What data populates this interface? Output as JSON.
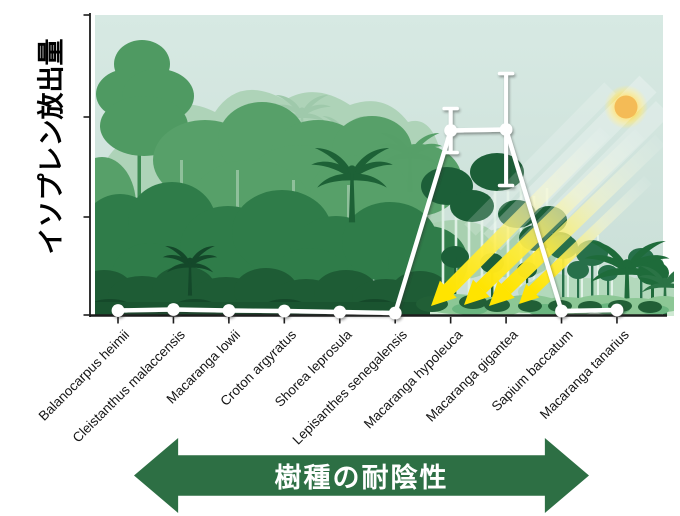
{
  "chart": {
    "x_axis_caption": "樹種の耐陰性"
  },
  "chart_data": {
    "type": "line",
    "title": "",
    "ylabel": "イソプレン放出量",
    "xlabel": "",
    "annotations": [
      "樹種の耐陰性"
    ],
    "categories": [
      "Balanocarpus heimii",
      "Cleistanthus malaccensis",
      "Macaranga lowii",
      "Croton argyratus",
      "Shorea leprosula",
      "Lepisanthes senegalensis",
      "Macaranga hypoleuca",
      "Macaranga gigantea",
      "Sapium baccatum",
      "Macaranga tanarius"
    ],
    "values": [
      0.05,
      0.06,
      0.05,
      0.045,
      0.035,
      0.025,
      1.85,
      1.86,
      0.045,
      0.055
    ],
    "error_bars": [
      0,
      0,
      0,
      0,
      0,
      0,
      0.22,
      0.56,
      0,
      0
    ],
    "ylim": [
      0,
      3
    ],
    "y_ticks_unlabeled": 4,
    "x_tick_label_rotation_deg": -45,
    "grid": false,
    "legend": false,
    "marker": "white-circle",
    "line_color": "#ffffff"
  },
  "colors": {
    "arrow_green": "#2d6f44",
    "beam_yellow": "#ffe400",
    "sun_orange": "#f0a41e",
    "sky_top": "#d7e9e3",
    "sky_bottom": "#c9ded6",
    "forest_dark": "#1e5c35",
    "forest_mid": "#2f7c49",
    "forest_light": "#aed3b8",
    "axis_black": "#1c1c1c",
    "line_white": "#ffffff"
  }
}
